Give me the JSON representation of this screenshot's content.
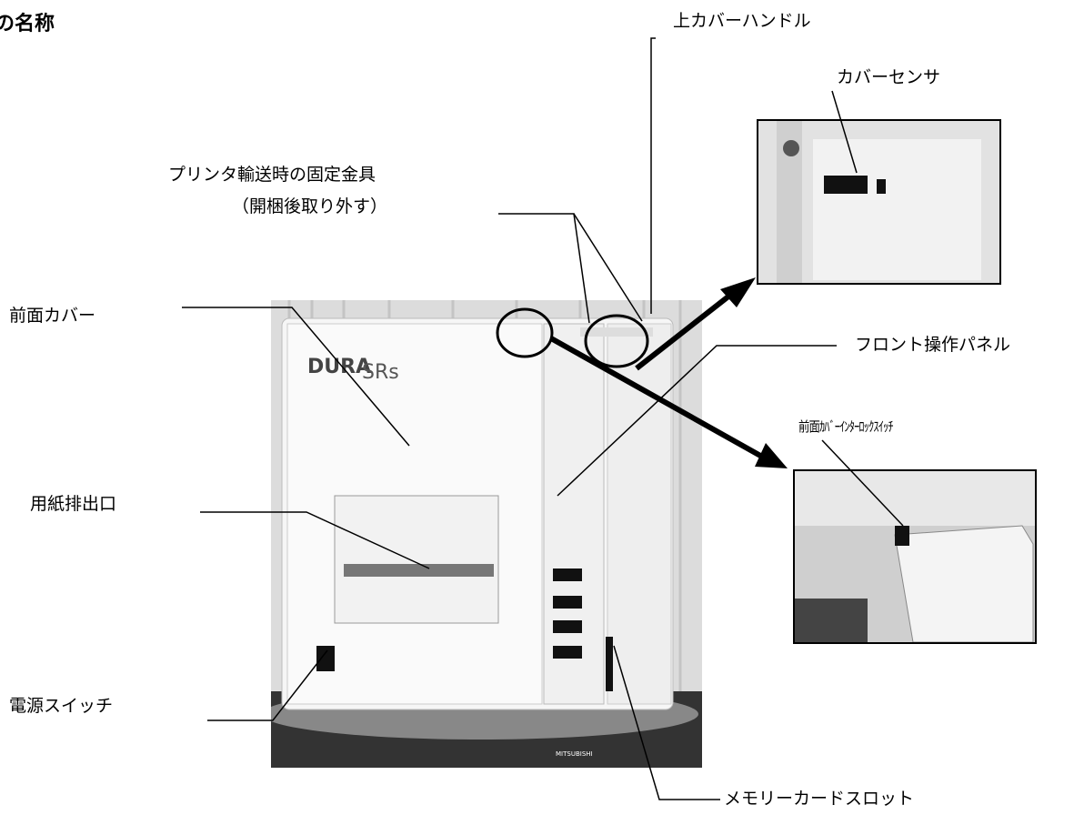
{
  "title": "の名称",
  "labels": {
    "top_cover_handle": "上カバーハンドル",
    "cover_sensor": "カバーセンサ",
    "fixing_bracket_line1": "プリンタ輸送時の固定金具",
    "fixing_bracket_line2": "（開梱後取り外す）",
    "front_cover": "前面カバー",
    "front_panel": "フロント操作パネル",
    "interlock_switch": "前面ｶﾊﾞｰｲﾝﾀｰﾛｯｸｽｲｯﾁ",
    "paper_exit": "用紙排出口",
    "power_switch": "電源スイッチ",
    "memory_card_slot": "メモリーカードスロット"
  },
  "printer": {
    "logo_text": "DURA",
    "model_text": "SRs",
    "brand_plate": "MITSUBISHI"
  },
  "colors": {
    "line": "#000000",
    "photo_bg": "#e8e8e8",
    "printer_body": "#f4f4f4",
    "dark": "#222222"
  }
}
